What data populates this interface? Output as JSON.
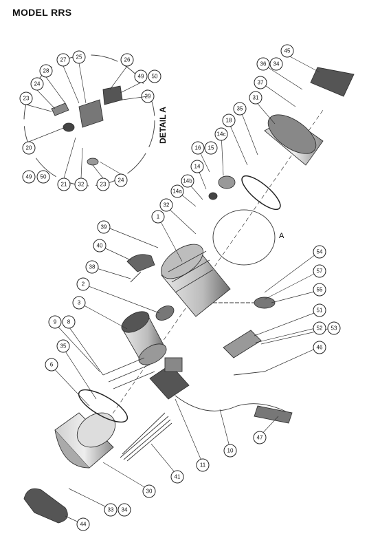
{
  "title": "MODEL RRS",
  "detail_label": "DETAIL A",
  "detail_marker": "A",
  "callouts": {
    "c1": "1",
    "c2": "2",
    "c3": "3",
    "c6": "6",
    "c8": "8",
    "c9": "9",
    "c10": "10",
    "c11": "11",
    "c14": "14",
    "c14a": "14a",
    "c14b": "14b",
    "c14c": "14c",
    "c15": "15",
    "c16": "16",
    "c18": "18",
    "c20": "20",
    "c21": "21",
    "c23a": "23",
    "c23b": "23",
    "c24a": "24",
    "c24b": "24",
    "c25": "25",
    "c26": "26",
    "c27": "27",
    "c28": "28",
    "c29": "29",
    "c30": "30",
    "c31": "31",
    "c32a": "32",
    "c32b": "32",
    "c33": "33",
    "c34a": "34",
    "c34b": "34",
    "c35a": "35",
    "c35b": "35",
    "c36": "36",
    "c37": "37",
    "c38": "38",
    "c39": "39",
    "c40": "40",
    "c41": "41",
    "c44": "44",
    "c45": "45",
    "c46": "46",
    "c47": "47",
    "c49a": "49",
    "c49b": "49",
    "c50a": "50",
    "c50b": "50",
    "c51": "51",
    "c52": "52",
    "c53": "53",
    "c54": "54",
    "c55": "55",
    "c57": "57"
  },
  "colors": {
    "line": "#333333",
    "shade": "#9a9a9a",
    "light": "#d6d6d6",
    "dark": "#555555"
  }
}
